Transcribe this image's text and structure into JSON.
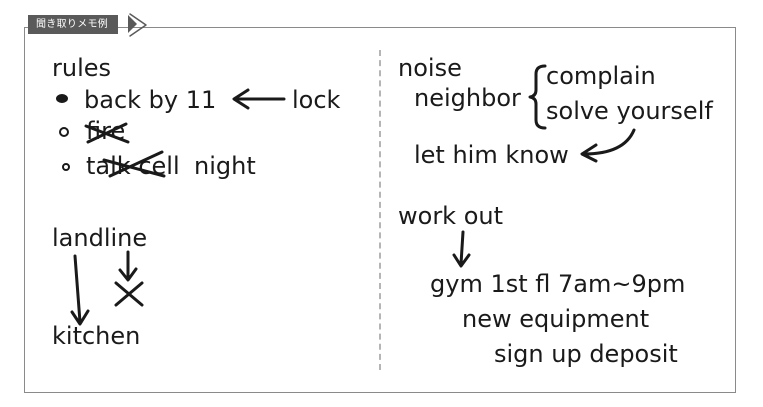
{
  "tab": {
    "label": "聞き取りメモ例"
  },
  "left": {
    "rules_heading": "rules",
    "rule_1": "back by 11",
    "rule_1_note": "lock",
    "rule_2": "fire",
    "rule_3_struck": "talk cell",
    "rule_3_rest": "night",
    "landline": "landline",
    "kitchen": "kitchen"
  },
  "right": {
    "noise": "noise",
    "neighbor": "neighbor",
    "complain": "complain",
    "solve": "solve yourself",
    "let_him_know": "let him know",
    "work_out": "work out",
    "gym": "gym 1st fl 7am~9pm",
    "equipment": "new equipment",
    "deposit": "sign up deposit"
  },
  "colors": {
    "tab_bg": "#5a5a5a",
    "ink": "#1a1a1a",
    "border": "#8a8a8a",
    "divider": "#b5b5b5"
  }
}
